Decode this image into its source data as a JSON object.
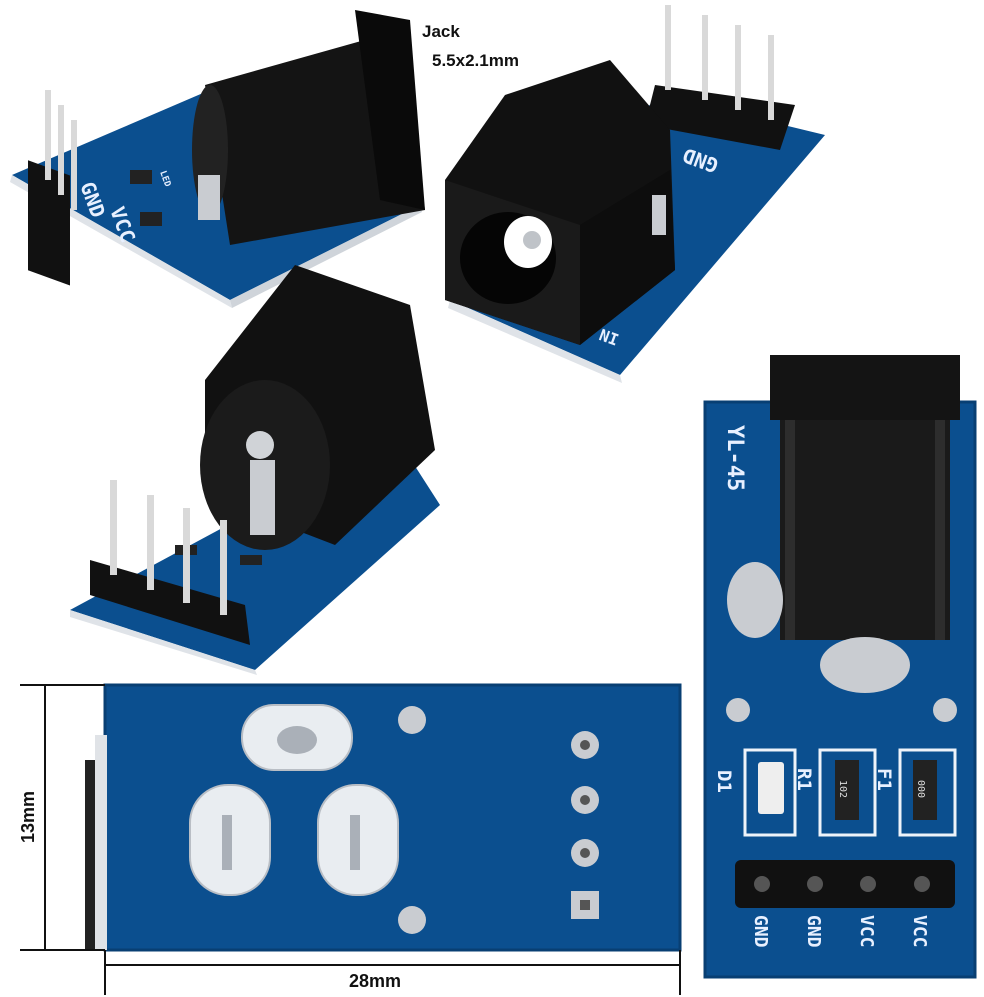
{
  "caption": {
    "jack_line1": "Jack",
    "jack_line2": "5.5x2.1mm"
  },
  "board": {
    "model": "YL-45",
    "pins": [
      "GND",
      "GND",
      "VCC",
      "VCC"
    ],
    "parts": {
      "led": "D1",
      "resistor": "R1",
      "resistor_code": "102",
      "fuse": "F1",
      "fuse_code": "000",
      "led_small": "LED"
    },
    "side_pins": [
      "GND",
      "VCC"
    ],
    "input_label": "IN"
  },
  "dimensions": {
    "width": "28mm",
    "height": "13mm"
  },
  "colors": {
    "pcb": "#0b4f8f",
    "pcb_dark": "#073968",
    "jack": "#141414",
    "silver": "#c9ccd1",
    "pin_gold": "#d9d9d9"
  }
}
